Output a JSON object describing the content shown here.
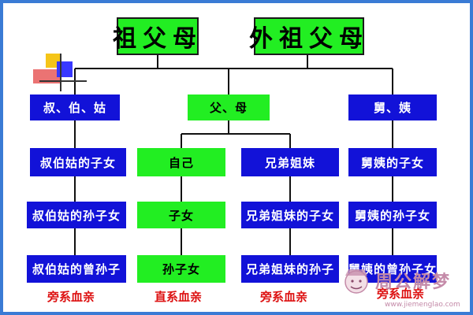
{
  "diagram": {
    "grandparents": {
      "paternal": "祖父母",
      "maternal": "外祖父母"
    },
    "paternal_side": {
      "top": "叔、伯、姑",
      "children": "叔伯姑的子女",
      "grandchildren": "叔伯姑的孙子女",
      "great_grandchildren": "叔伯姑的曾孙子"
    },
    "parents": "父、母",
    "self_line": {
      "self": "自己",
      "children": "子女",
      "grandchildren": "孙子女"
    },
    "siblings_line": {
      "siblings": "兄弟姐妹",
      "children": "兄弟姐妹的子女",
      "grandchildren": "兄弟姐妹的孙子"
    },
    "maternal_side": {
      "top": "舅、姨",
      "children": "舅姨的子女",
      "grandchildren": "舅姨的孙子女",
      "great_grandchildren": "舅姨的曾孙子女"
    },
    "labels": {
      "collateral_left": "旁系血亲",
      "lineal": "直系血亲",
      "collateral_middle": "旁系血亲",
      "collateral_right": "旁系血亲"
    },
    "colors": {
      "green_box": "#22ee22",
      "blue_box": "#1212d8",
      "label_red": "#dd1111",
      "frame_blue": "#3a7bd5"
    }
  },
  "watermark": {
    "text": "周公解梦",
    "url": "www.jiemenglao.com"
  }
}
